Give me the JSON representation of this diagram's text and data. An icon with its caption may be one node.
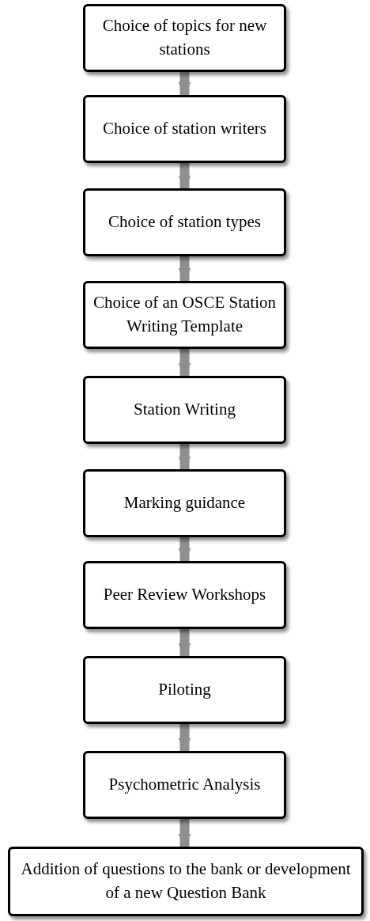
{
  "diagram": {
    "nodes": [
      {
        "text": [
          "Choice of topics for new stations"
        ]
      },
      {
        "text": [
          "Choice of station writers"
        ]
      },
      {
        "text": [
          "Choice of station types"
        ]
      },
      {
        "text": [
          "Choice of an OSCE Station Writing Template"
        ]
      },
      {
        "text": [
          "Station Writing"
        ]
      },
      {
        "text": [
          "Marking guidance"
        ]
      },
      {
        "text": [
          "Peer Review Workshops"
        ]
      },
      {
        "text": [
          "Piloting"
        ]
      },
      {
        "text": [
          "Psychometric Analysis"
        ]
      },
      {
        "text": [
          "Addition of questions to the bank or development of a new Question Bank"
        ]
      }
    ],
    "edges": [
      {
        "from": 0,
        "to": 1,
        "arrow": "to"
      },
      {
        "from": 1,
        "to": 2,
        "arrow": "to"
      },
      {
        "from": 2,
        "to": 3,
        "arrow": "to"
      },
      {
        "from": 3,
        "to": 4,
        "arrow": "to"
      },
      {
        "from": 4,
        "to": 5,
        "arrow": "to"
      },
      {
        "from": 5,
        "to": 6,
        "arrow": "to"
      },
      {
        "from": 6,
        "to": 7,
        "arrow": "to"
      },
      {
        "from": 7,
        "to": 8,
        "arrow": "to"
      },
      {
        "from": 8,
        "to": 9,
        "arrow": "to"
      }
    ]
  }
}
